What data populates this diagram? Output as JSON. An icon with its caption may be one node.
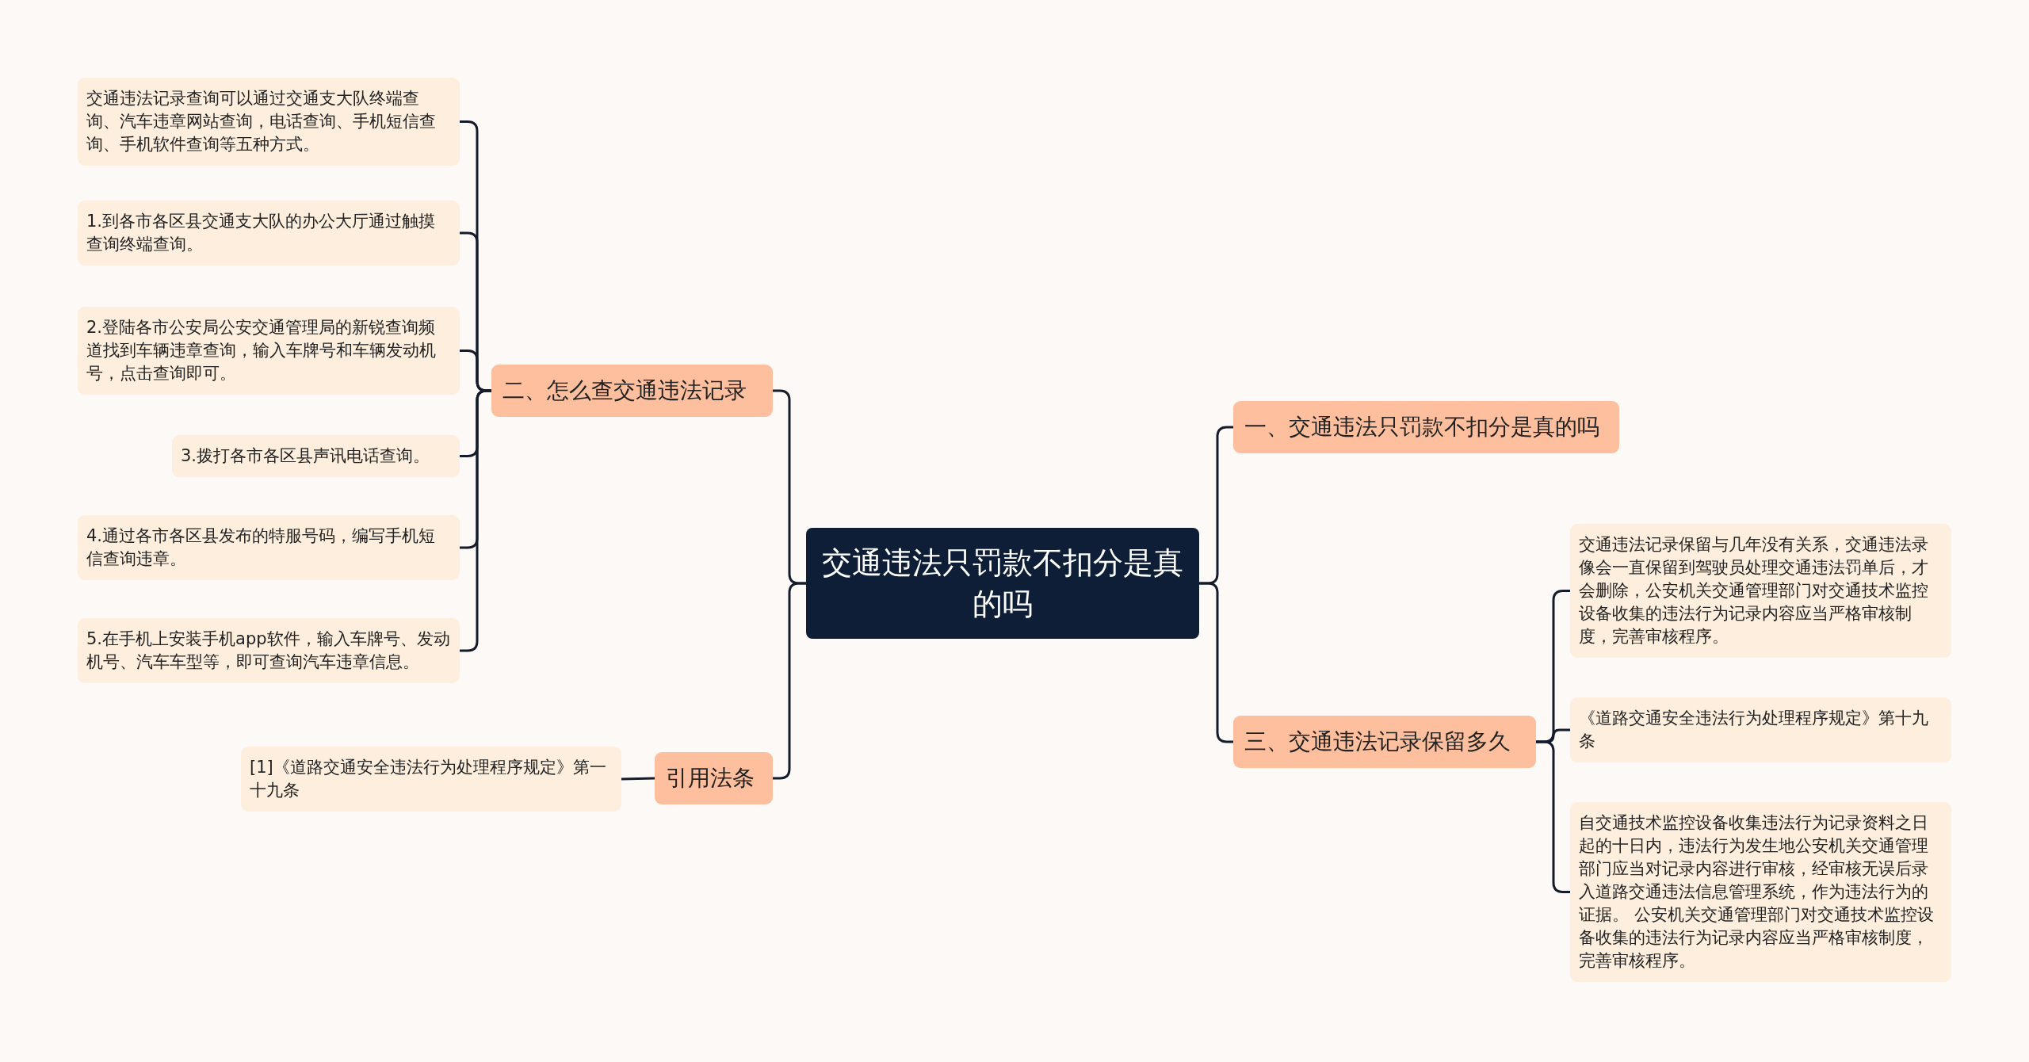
{
  "diagram": {
    "nodes": [
      {
        "text": [
          "交通违法只罚款不扣分是真的吗"
        ]
      },
      {
        "text": [
          "二、怎么查交通违法记录"
        ]
      },
      {
        "text": [
          "交通违法记录查询可以通过交通支大队终端查询、汽车违章网站查询，电话查询、手机短信查询、手机软件查询等五种方式。"
        ]
      },
      {
        "text": [
          "1.到各市各区县交通支大队的办公大厅通过触摸查询终端查询。"
        ]
      },
      {
        "text": [
          "2.登陆各市公安局公安交通管理局的新锐查询频道找到车辆违章查询，输入车牌号和车辆发动机号，点击查询即可。"
        ]
      },
      {
        "text": [
          "3.拨打各市各区县声讯电话查询。"
        ]
      },
      {
        "text": [
          "4.通过各市各区县发布的特服号码，编写手机短信查询违章。"
        ]
      },
      {
        "text": [
          "5.在手机上安装手机app软件，输入车牌号、发动机号、汽车车型等，即可查询汽车违章信息。"
        ]
      },
      {
        "text": [
          "引用法条"
        ]
      },
      {
        "text": [
          "[1]《道路交通安全违法行为处理程序规定》第一十九条"
        ]
      },
      {
        "text": [
          "一、交通违法只罚款不扣分是真的吗"
        ]
      },
      {
        "text": [
          "三、交通违法记录保留多久"
        ]
      },
      {
        "text": [
          "交通违法记录保留与几年没有关系，交通违法录像会一直保留到驾驶员处理交通违法罚单后，才会删除，公安机关交通管理部门对交通技术监控设备收集的违法行为记录内容应当严格审核制度，完善审核程序。"
        ]
      },
      {
        "text": [
          "《道路交通安全违法行为处理程序规定》第十九条"
        ]
      },
      {
        "text": [
          "自交通技术监控设备收集违法行为记录资料之日起的十日内，违法行为发生地公安机关交通管理部门应当对记录内容进行审核，经审核无误后录入道路交通违法信息管理系统，作为违法行为的证据。 公安机关交通管理部门对交通技术监控设备收集的违法行为记录内容应当严格审核制度，完善审核程序。"
        ]
      }
    ],
    "edges": [
      {
        "from": 0,
        "to": 1,
        "arrow": "none"
      },
      {
        "from": 1,
        "to": 2,
        "arrow": "none"
      },
      {
        "from": 1,
        "to": 3,
        "arrow": "none"
      },
      {
        "from": 1,
        "to": 4,
        "arrow": "none"
      },
      {
        "from": 1,
        "to": 5,
        "arrow": "none"
      },
      {
        "from": 1,
        "to": 6,
        "arrow": "none"
      },
      {
        "from": 1,
        "to": 7,
        "arrow": "none"
      },
      {
        "from": 0,
        "to": 8,
        "arrow": "none"
      },
      {
        "from": 8,
        "to": 9,
        "arrow": "none"
      },
      {
        "from": 0,
        "to": 10,
        "arrow": "none"
      },
      {
        "from": 0,
        "to": 11,
        "arrow": "none"
      },
      {
        "from": 11,
        "to": 12,
        "arrow": "none"
      },
      {
        "from": 11,
        "to": 13,
        "arrow": "none"
      },
      {
        "from": 11,
        "to": 14,
        "arrow": "none"
      }
    ]
  }
}
